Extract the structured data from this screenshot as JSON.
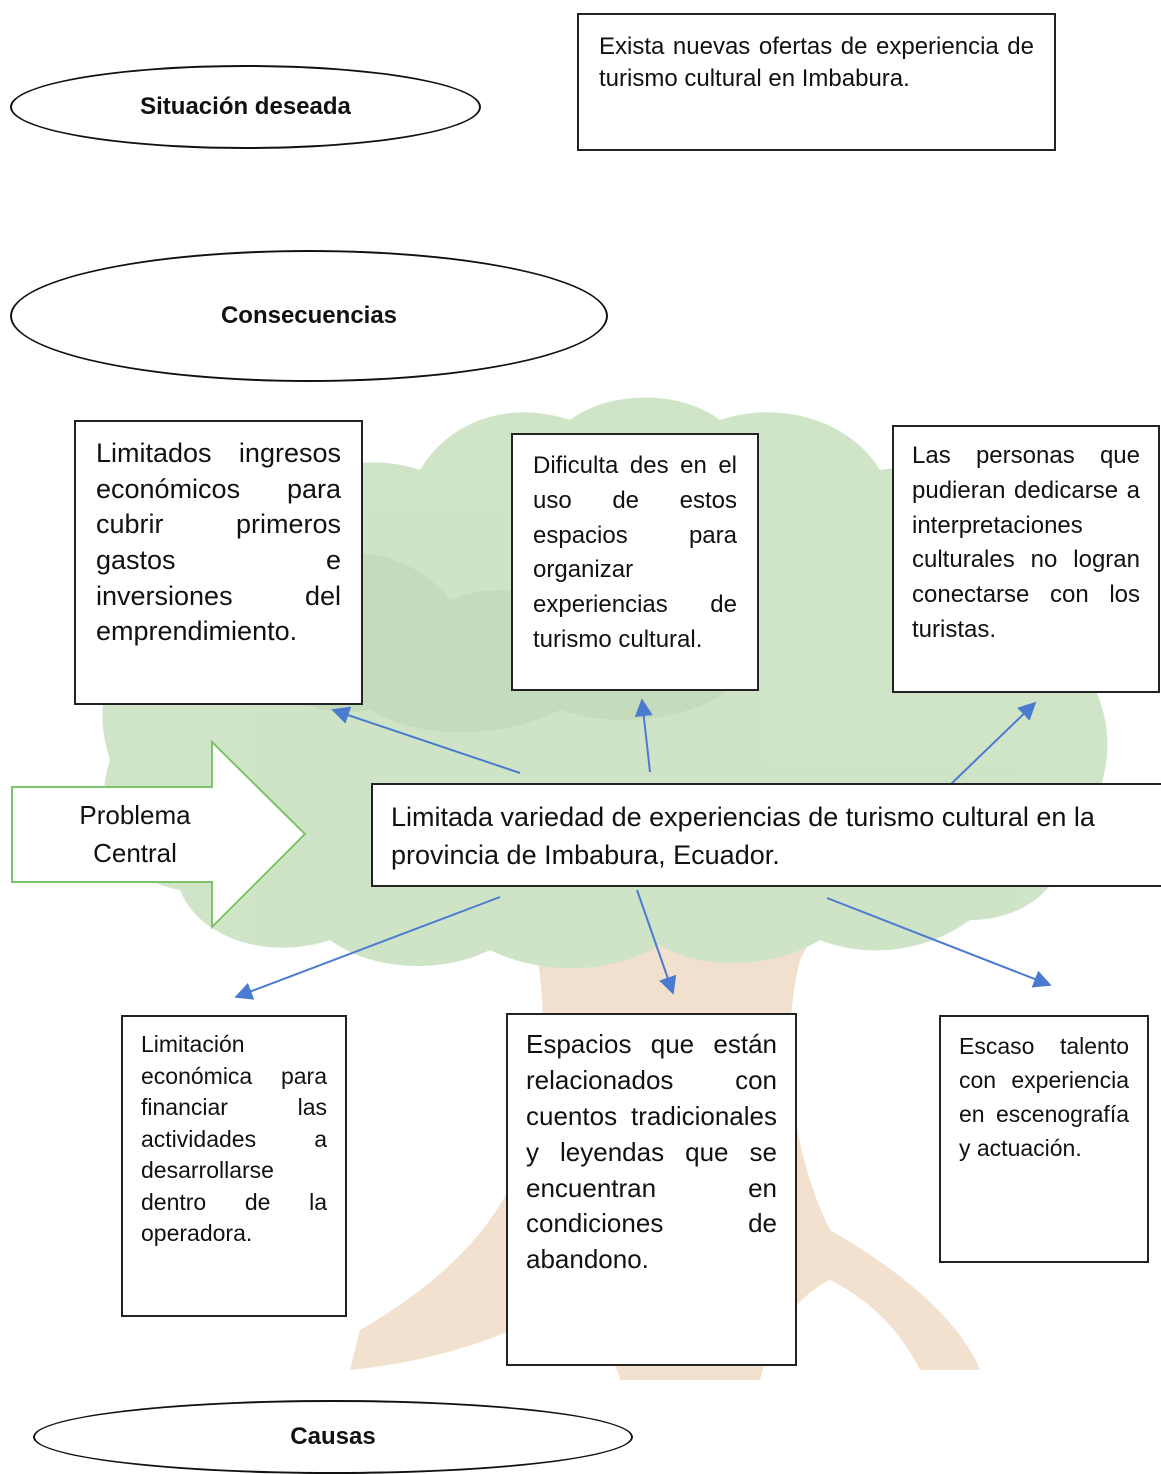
{
  "labels": {
    "desired": "Situación deseada",
    "consequences": "Consecuencias",
    "causes": "Causas",
    "central_arrow_line1": "Problema",
    "central_arrow_line2": "Central"
  },
  "desired_situation": "Exista nuevas ofertas de experiencia de turismo cultural en Imbabura.",
  "central_problem": "Limitada variedad de experiencias de turismo cultural en la provincia de Imbabura, Ecuador.",
  "consequences": [
    "Limitados ingresos económicos para cubrir primeros gastos e inversiones del emprendimiento.",
    "Dificulta des en el uso de estos espacios para organizar experiencias de turismo cultural.",
    "Las personas que pudieran dedicarse a interpretaciones culturales no logran conectarse con los turistas."
  ],
  "causes": [
    "Limitación económica para financiar las actividades a desarrollarse dentro de la operadora.",
    "Espacios que están relacionados con cuentos tradicionales y leyendas que se encuentran en condiciones de abandono.",
    "Escaso talento con experiencia en escenografía y actuación."
  ],
  "colors": {
    "tree_foliage": "#a9cf9a",
    "tree_trunk": "#e8c8a8",
    "arrow_blue": "#4a7bd0",
    "problem_arrow_border": "#7dc36a"
  },
  "icons": {
    "tree": "tree-illustration"
  }
}
